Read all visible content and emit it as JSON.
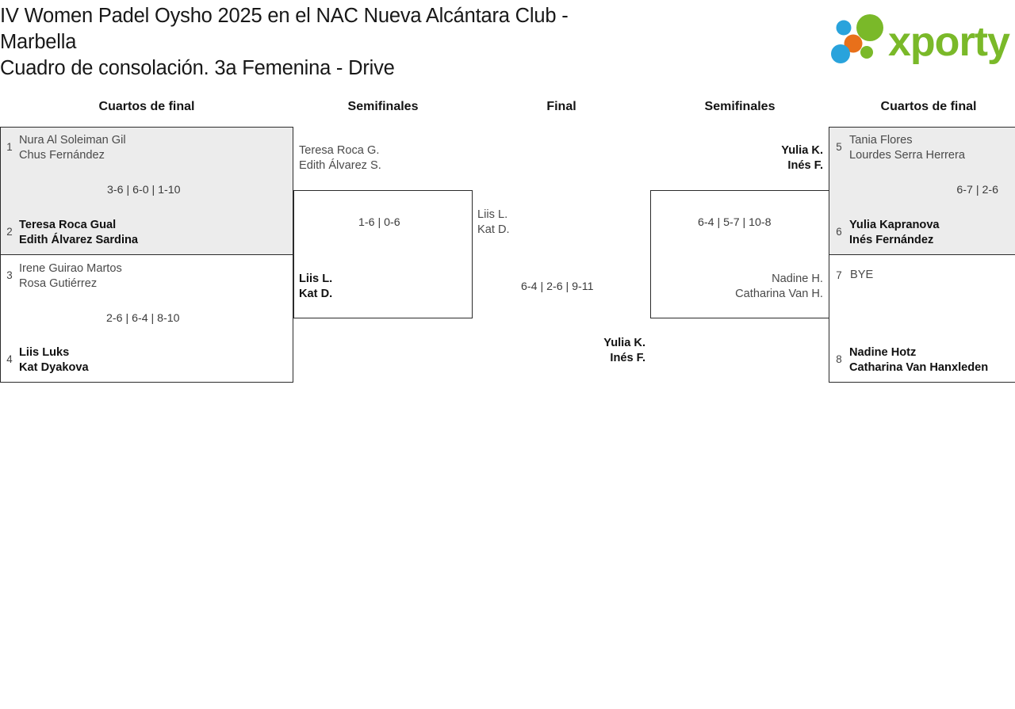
{
  "header": {
    "title_line1": "IV Women Padel Oysho 2025 en el NAC Nueva Alcántara Club -",
    "title_line2": "Marbella",
    "title_line3": "Cuadro de consolación. 3a Femenina - Drive",
    "logo_text": "xporty",
    "logo_colors": {
      "green": "#7AB929",
      "blue": "#29A3DC",
      "orange": "#E8701A"
    }
  },
  "columns": {
    "qf_left": "Cuartos de final",
    "sf_left": "Semifinales",
    "final": "Final",
    "sf_right": "Semifinales",
    "qf_right": "Cuartos de final"
  },
  "bracket": {
    "qf_left": [
      {
        "shaded": true,
        "score": "3-6 | 6-0 | 1-10",
        "top": {
          "seed": "1",
          "player1": "Nura Al Soleiman Gil",
          "player2": "Chus Fernández",
          "winner": false
        },
        "bottom": {
          "seed": "2",
          "player1": "Teresa Roca Gual",
          "player2": "Edith Álvarez Sardina",
          "winner": true
        }
      },
      {
        "shaded": false,
        "score": "2-6 | 6-4 | 8-10",
        "top": {
          "seed": "3",
          "player1": "Irene Guirao Martos",
          "player2": "Rosa Gutiérrez",
          "winner": false
        },
        "bottom": {
          "seed": "4",
          "player1": "Liis Luks",
          "player2": "Kat Dyakova",
          "winner": true
        }
      }
    ],
    "sf_left": {
      "score": "1-6 | 0-6",
      "top": {
        "player1": "Teresa Roca G.",
        "player2": "Edith Álvarez S.",
        "winner": false
      },
      "bottom": {
        "player1": "Liis L.",
        "player2": "Kat D.",
        "winner": true
      }
    },
    "final": {
      "score": "6-4 | 2-6 | 9-11",
      "left": {
        "player1": "Liis L.",
        "player2": "Kat D.",
        "winner": false
      },
      "right": {
        "player1": "Yulia K.",
        "player2": "Inés F.",
        "winner": true
      }
    },
    "sf_right": {
      "score": "6-4 | 5-7 | 10-8",
      "top": {
        "player1": "Yulia K.",
        "player2": "Inés F.",
        "winner": true
      },
      "bottom": {
        "player1": "Nadine H.",
        "player2": "Catharina Van H.",
        "winner": false
      }
    },
    "qf_right": [
      {
        "shaded": true,
        "score": "6-7 | 2-6",
        "top": {
          "seed": "5",
          "player1": "Tania Flores",
          "player2": "Lourdes Serra Herrera",
          "winner": false
        },
        "bottom": {
          "seed": "6",
          "player1": "Yulia Kapranova",
          "player2": "Inés Fernández",
          "winner": true
        }
      },
      {
        "shaded": false,
        "score": "",
        "top": {
          "seed": "7",
          "player1": "BYE",
          "player2": "",
          "winner": false
        },
        "bottom": {
          "seed": "8",
          "player1": "Nadine Hotz",
          "player2": "Catharina Van Hanxleden",
          "winner": true
        }
      }
    ]
  }
}
